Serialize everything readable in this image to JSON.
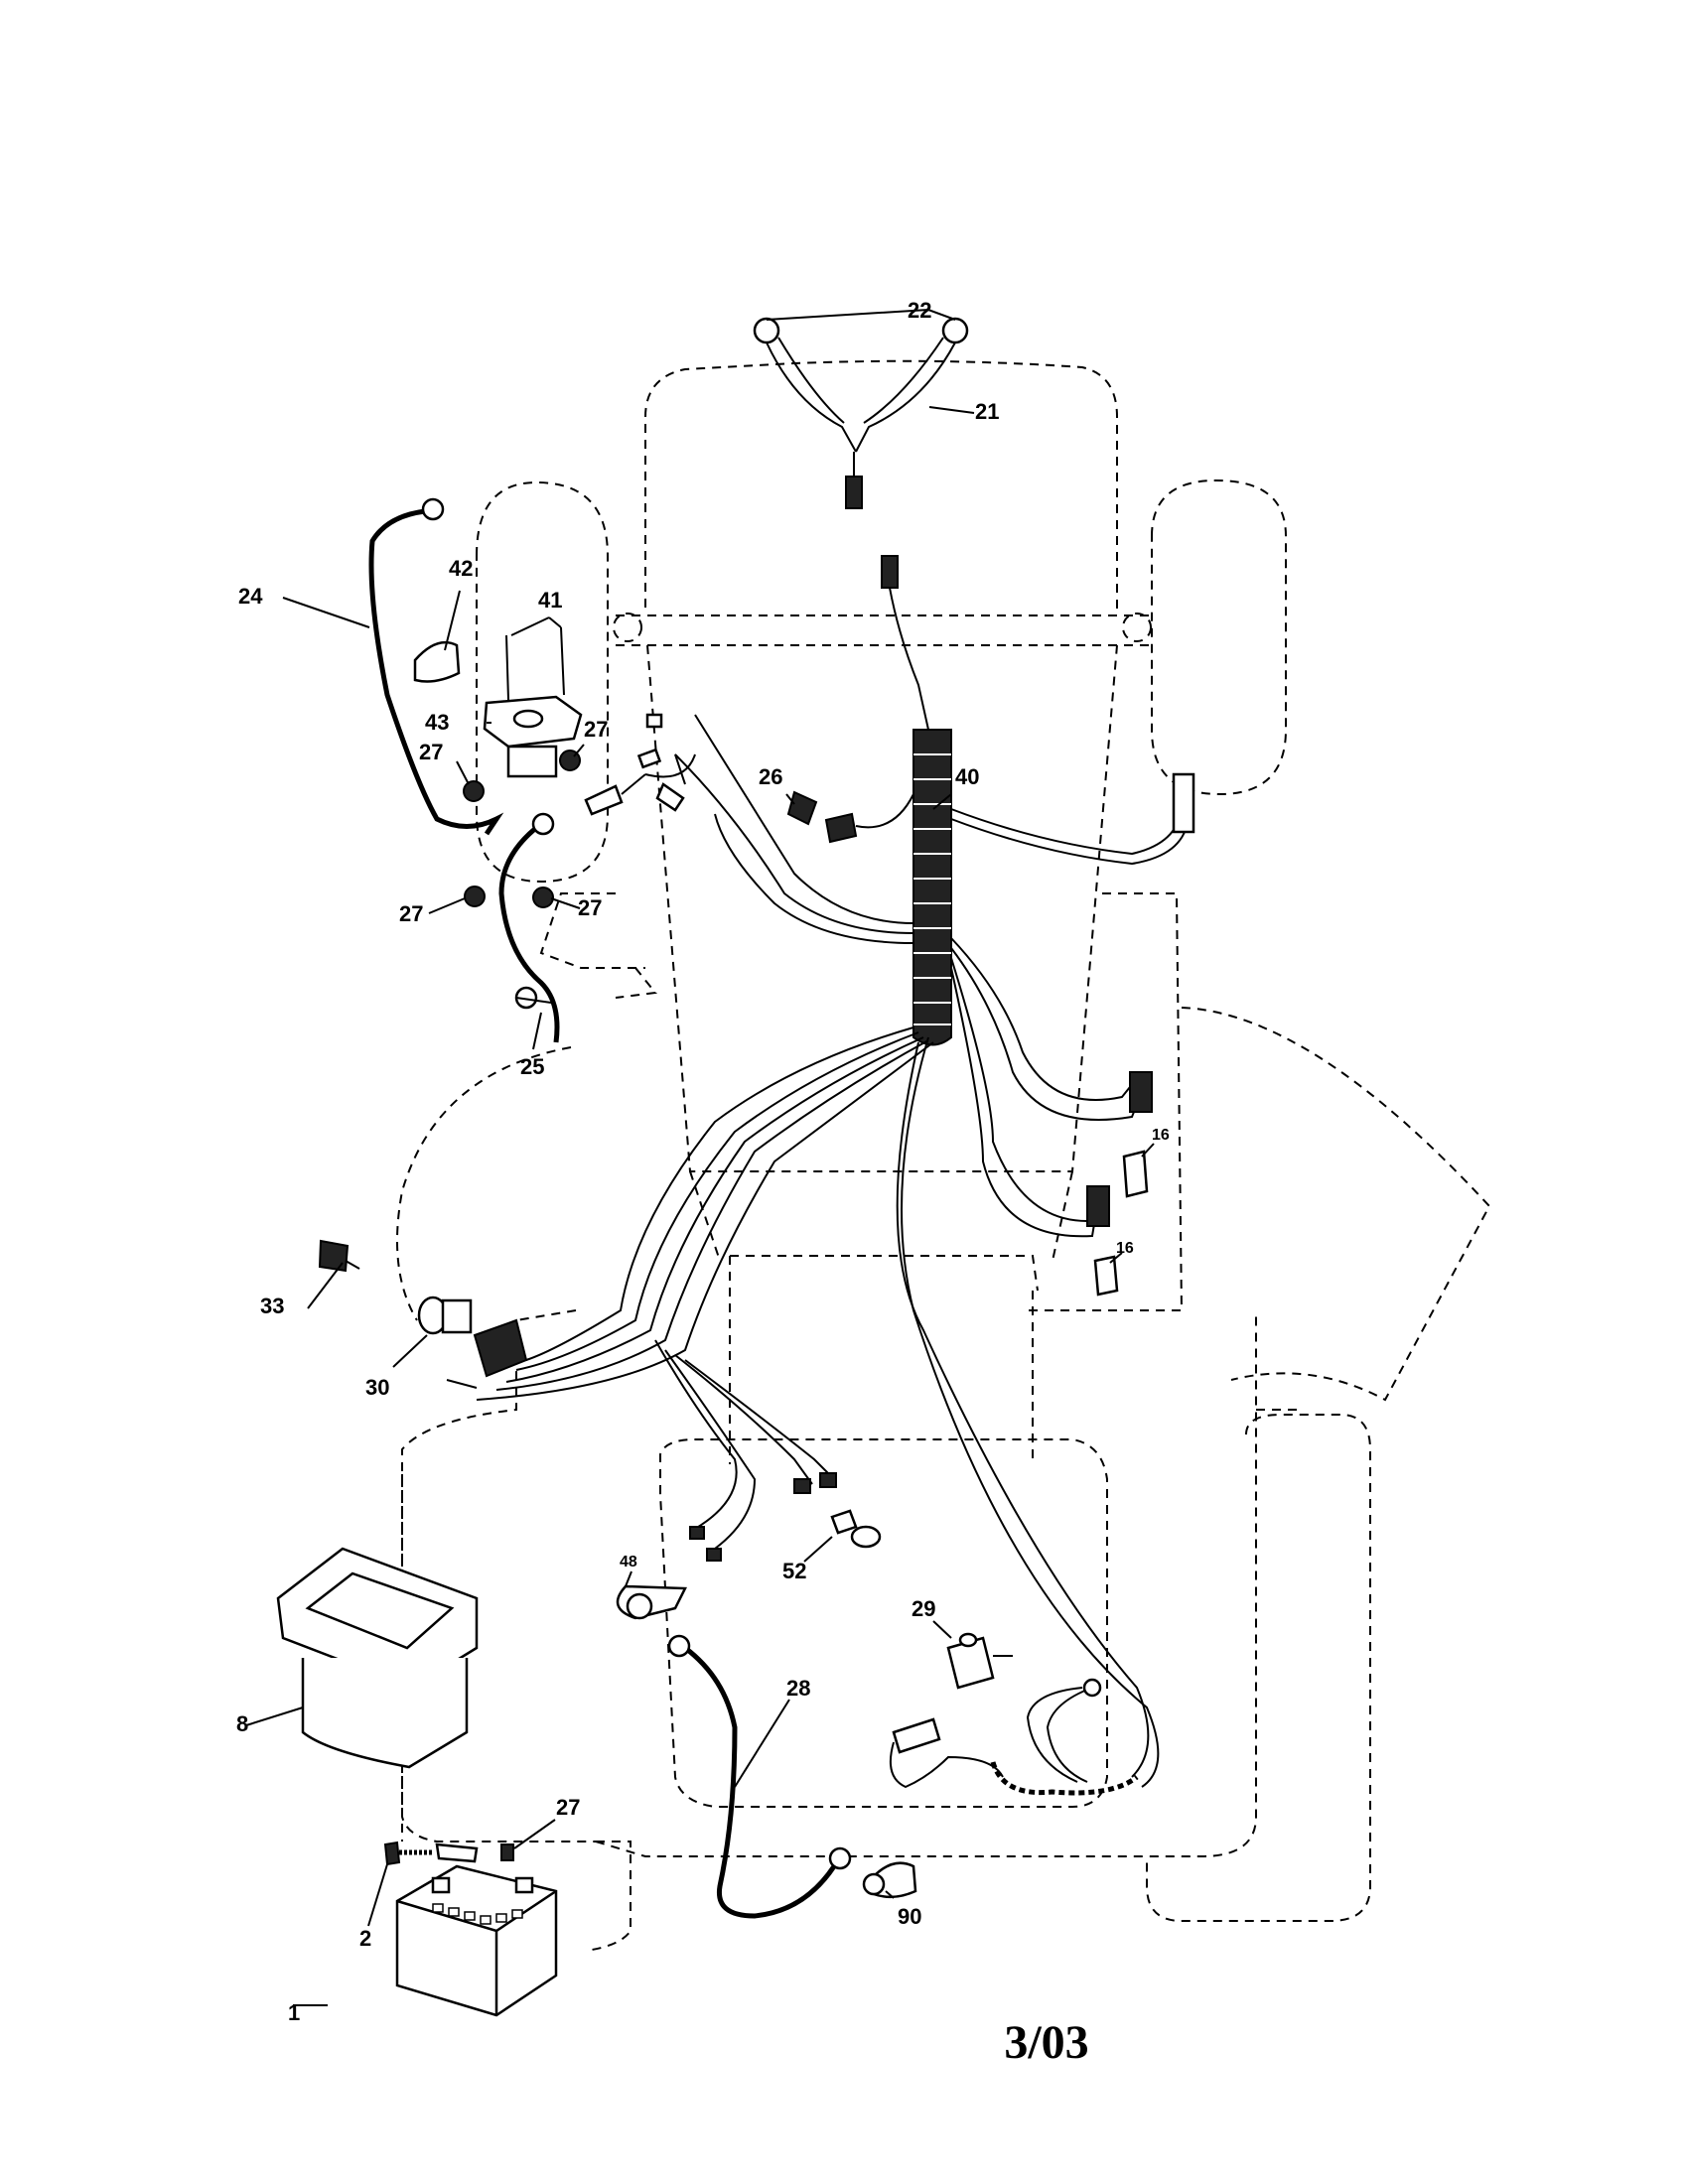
{
  "diagram": {
    "callouts": {
      "c22": "22",
      "c21": "21",
      "c24": "24",
      "c42": "42",
      "c41": "41",
      "c43": "43",
      "c27a": "27",
      "c27b": "27",
      "c27c": "27",
      "c27d": "27",
      "c27e": "27",
      "c26": "26",
      "c40": "40",
      "c25": "25",
      "c16a": "16",
      "c16b": "16",
      "c33": "33",
      "c30": "30",
      "c48": "48",
      "c52": "52",
      "c29": "29",
      "c8": "8",
      "c28": "28",
      "c2": "2",
      "c90": "90",
      "c1": "1"
    }
  },
  "footer": {
    "date": "3/03"
  }
}
